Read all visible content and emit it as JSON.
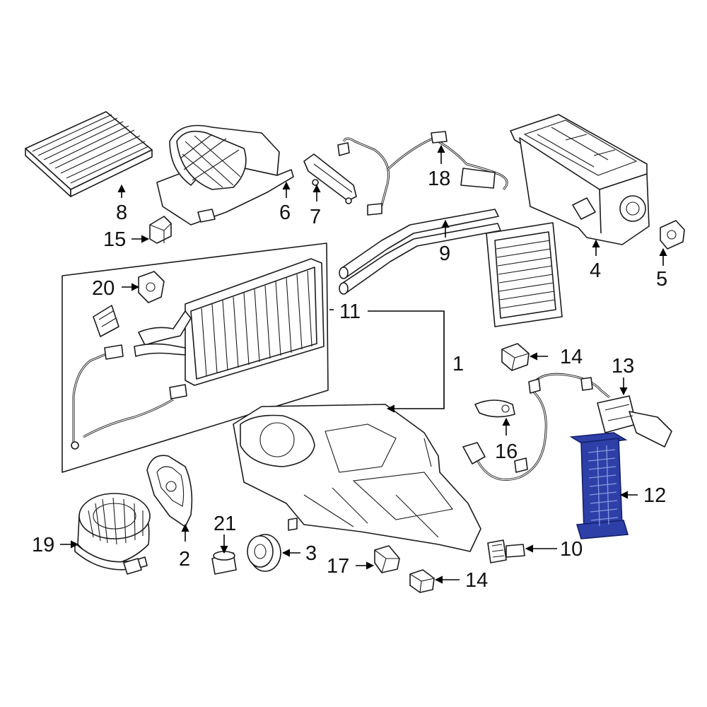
{
  "callouts": {
    "c1": "1",
    "c2": "2",
    "c3": "3",
    "c4": "4",
    "c5": "5",
    "c6": "6",
    "c7": "7",
    "c8": "8",
    "c9": "9",
    "c10": "10",
    "c11": "11",
    "c12": "12",
    "c13": "13",
    "c14a": "14",
    "c14b": "14",
    "c15": "15",
    "c16": "16",
    "c17": "17",
    "c18": "18",
    "c19": "19",
    "c20": "20",
    "c21": "21"
  },
  "colors": {
    "highlight": "#2e3fa8",
    "line": "#1a1a1a"
  },
  "highlighted_part": "12"
}
